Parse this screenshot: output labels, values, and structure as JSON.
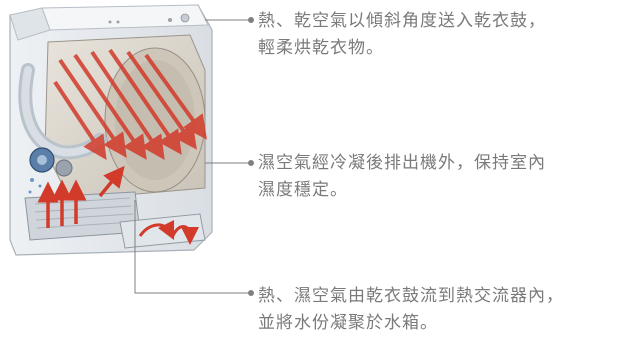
{
  "callouts": [
    {
      "lines": [
        "熱、乾空氣以傾斜角度送入乾衣鼓，",
        "輕柔烘乾衣物。"
      ]
    },
    {
      "lines": [
        "濕空氣經冷凝後排出機外，保持室內",
        "濕度穩定。"
      ]
    },
    {
      "lines": [
        "熱、濕空氣由乾衣鼓流到熱交流器內，",
        "並將水份凝聚於水箱。"
      ]
    }
  ],
  "colors": {
    "leader_line": "#808080",
    "text": "#7a7a7a",
    "hot_air_arrows": "#d23a2a",
    "cool_air_swirl": "#3a6fb5"
  },
  "illustration": "cutaway-condenser-dryer"
}
